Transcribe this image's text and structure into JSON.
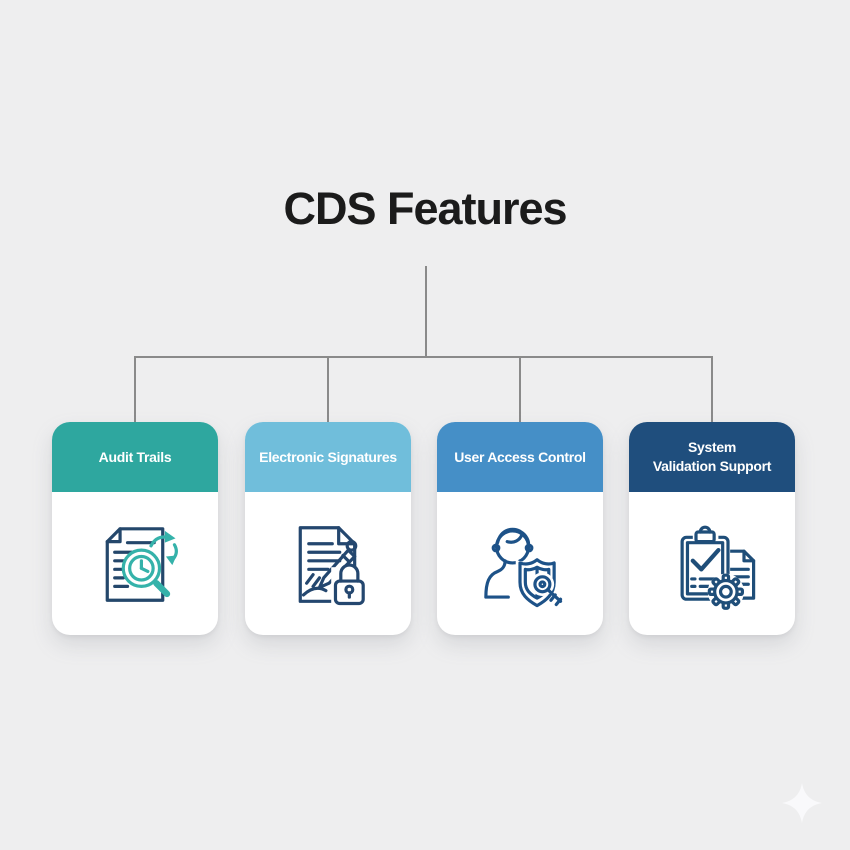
{
  "page": {
    "title": "CDS Features",
    "background_color": "#EEEEEF",
    "connector_color": "#8A8A8A"
  },
  "cards": [
    {
      "label": "Audit Trails",
      "header_color": "#2EA79F",
      "icon": "document-magnifier-clock-refresh-icon",
      "icon_primary": "#24476B",
      "icon_accent": "#35B2AA"
    },
    {
      "label": "Electronic Signatures",
      "header_color": "#70BEDB",
      "icon": "document-pen-signature-lock-icon",
      "icon_primary": "#24476F",
      "icon_accent": "#24476F"
    },
    {
      "label": "User Access Control",
      "header_color": "#458FC7",
      "icon": "person-shield-key-icon",
      "icon_primary": "#1D5288",
      "icon_accent": "#1D5288"
    },
    {
      "label": "System\nValidation Support",
      "header_color": "#1F4E7D",
      "icon": "clipboard-check-document-gear-icon",
      "icon_primary": "#1F4E79",
      "icon_accent": "#1F4E79"
    }
  ],
  "decorations": {
    "sparkle_color": "#F9F9FB"
  }
}
